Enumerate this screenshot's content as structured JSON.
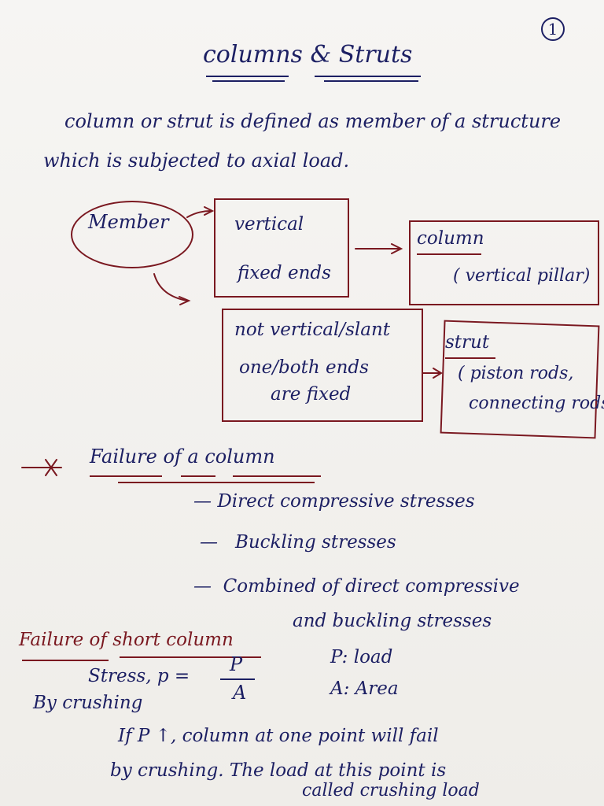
{
  "page_number": "1",
  "title": "columns & Struts",
  "definition": {
    "line1": "column or strut is defined as member of a structure",
    "line2": "which is subjected to axial load."
  },
  "diagram": {
    "member": "Member",
    "vertical_box": {
      "line1": "vertical",
      "line2": "fixed ends"
    },
    "column_box": {
      "line1": "column",
      "line2": "( vertical pillar)"
    },
    "slant_box": {
      "line1": "not vertical/slant",
      "line2": "one/both ends",
      "line3": "are fixed"
    },
    "strut_box": {
      "line1": "strut",
      "line2": "( piston rods,",
      "line3": "connecting rods)"
    }
  },
  "failure_heading": "Failure of a column",
  "failure_items": [
    "Direct compressive stresses",
    "Buckling stresses",
    "Combined of direct compressive",
    "and buckling stresses"
  ],
  "short_column": {
    "heading": "Failure of short column",
    "stress_label": "Stress,  p =",
    "numerator": "P",
    "denominator": "A",
    "p_def": "P: load",
    "a_def": "A:  Area",
    "by_crushing": "By crushing"
  },
  "conclusion": {
    "line1": "If P ↑, column at one point will fail",
    "line2": "by crushing.  The load at this point is",
    "line3": "called  crushing  load"
  },
  "ink_colors": {
    "blue": "#1c1f63",
    "red": "#7a1820"
  }
}
